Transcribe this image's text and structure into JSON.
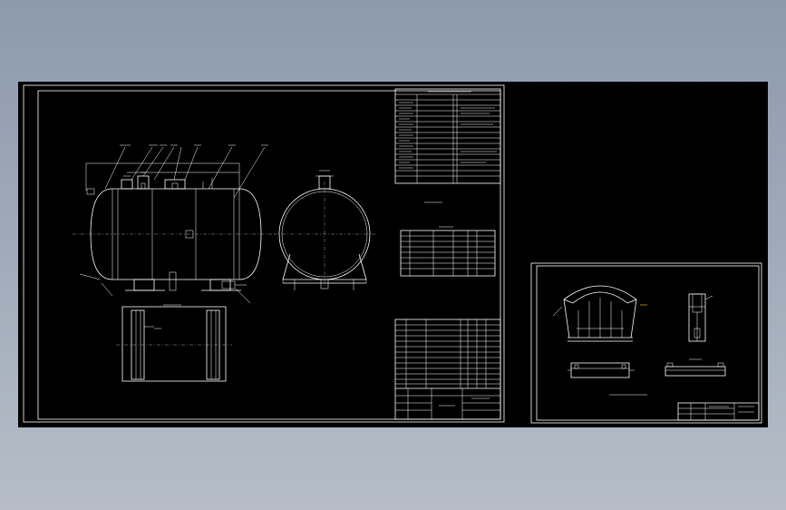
{
  "canvas": {
    "background": "#000000",
    "line_color": "#ffffff",
    "accent_color": "#ffe000",
    "desktop_gradient": [
      "#8d9aae",
      "#b6bdc8"
    ]
  },
  "sheet1": {
    "tables": {
      "tech_spec_rows": 16,
      "nozzle_table_rows": 7,
      "parts_list_rows": 12
    },
    "balloon_count": 11
  },
  "sheet2": {
    "views": [
      "saddle-front",
      "saddle-side",
      "saddle-plan",
      "saddle-plan-side"
    ]
  }
}
